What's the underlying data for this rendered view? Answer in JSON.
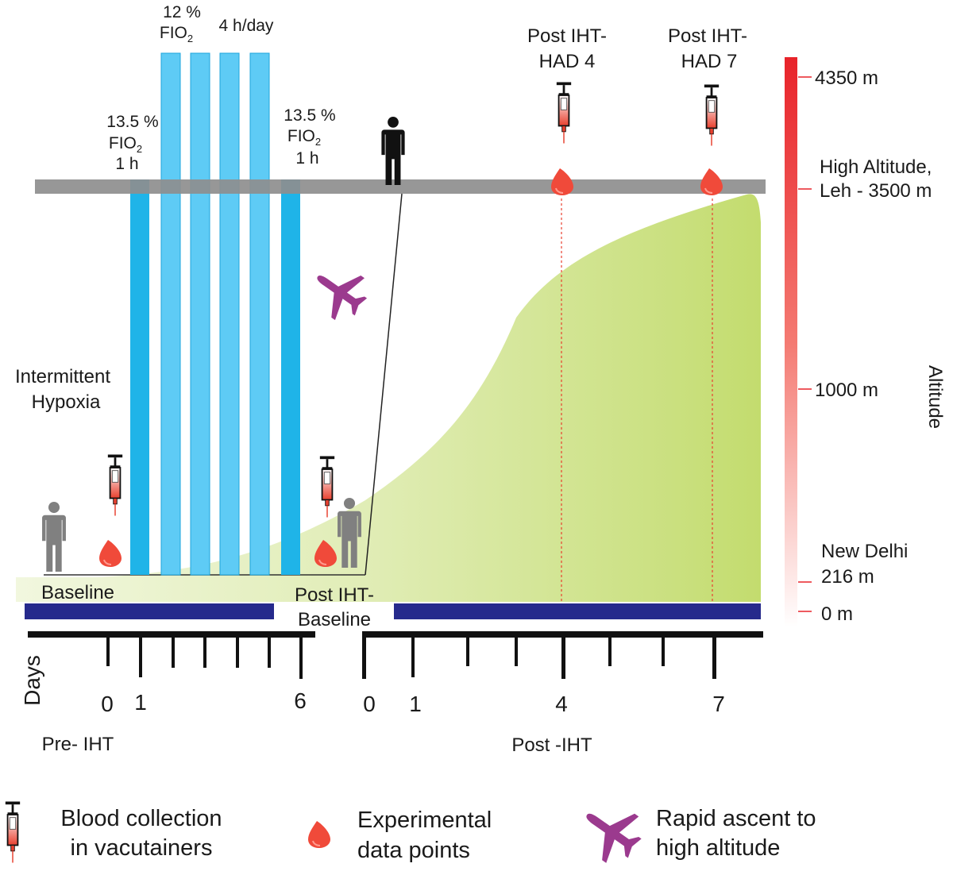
{
  "phases": {
    "baseline": "Baseline",
    "post_iht_baseline_line1": "Post IHT-",
    "post_iht_baseline_line2": "Baseline",
    "pre_iht": "Pre- IHT",
    "post_iht": "Post -IHT"
  },
  "hypoxia": {
    "label_line1": "Intermittent",
    "label_line2": "Hypoxia",
    "first_session": {
      "percent": "13.5 %",
      "fio2_main": "FIO",
      "fio2_sub": "2",
      "duration": "1 h"
    },
    "middle_sessions": {
      "percent": "12 %",
      "fio2_main": "FIO",
      "fio2_sub": "2",
      "duration": "4 h/day"
    },
    "last_session": {
      "percent": "13.5 %",
      "fio2_main": "FIO",
      "fio2_sub": "2",
      "duration": "1 h"
    }
  },
  "timepoints": {
    "had4_line1": "Post IHT-",
    "had4_line2": "HAD 4",
    "had7_line1": "Post IHT-",
    "had7_line2": "HAD 7"
  },
  "days_axis": {
    "label": "Days",
    "pre_ticks": [
      "0",
      "1",
      "6"
    ],
    "post_ticks": [
      "0",
      "1",
      "4",
      "7"
    ]
  },
  "altitude_scale": {
    "axis_label": "Altitude",
    "marks": [
      {
        "line1": "4350 m",
        "line2": ""
      },
      {
        "line1": "High Altitude,",
        "line2": "Leh - 3500 m"
      },
      {
        "line1": "1000 m",
        "line2": ""
      },
      {
        "line1": "New Delhi",
        "line2": "216 m"
      },
      {
        "line1": "0 m",
        "line2": ""
      }
    ]
  },
  "legend": {
    "blood_line1": "Blood collection",
    "blood_line2": "in vacutainers",
    "data_line1": "Experimental",
    "data_line2": "data points",
    "ascent_line1": "Rapid ascent to",
    "ascent_line2": "high altitude"
  },
  "colors": {
    "hypoxia_bar": "#5ecbf5",
    "hypoxia_bar_dark": "#1fb4e8",
    "altitude_area": "#c9df7e",
    "timeline_bar": "#262a8c",
    "altitude_gradient_top": "#e8232a",
    "blood_drop": "#f04a3a",
    "plane": "#9b3a8e",
    "person_baseline": "#808080",
    "person_altitude": "#111111"
  }
}
